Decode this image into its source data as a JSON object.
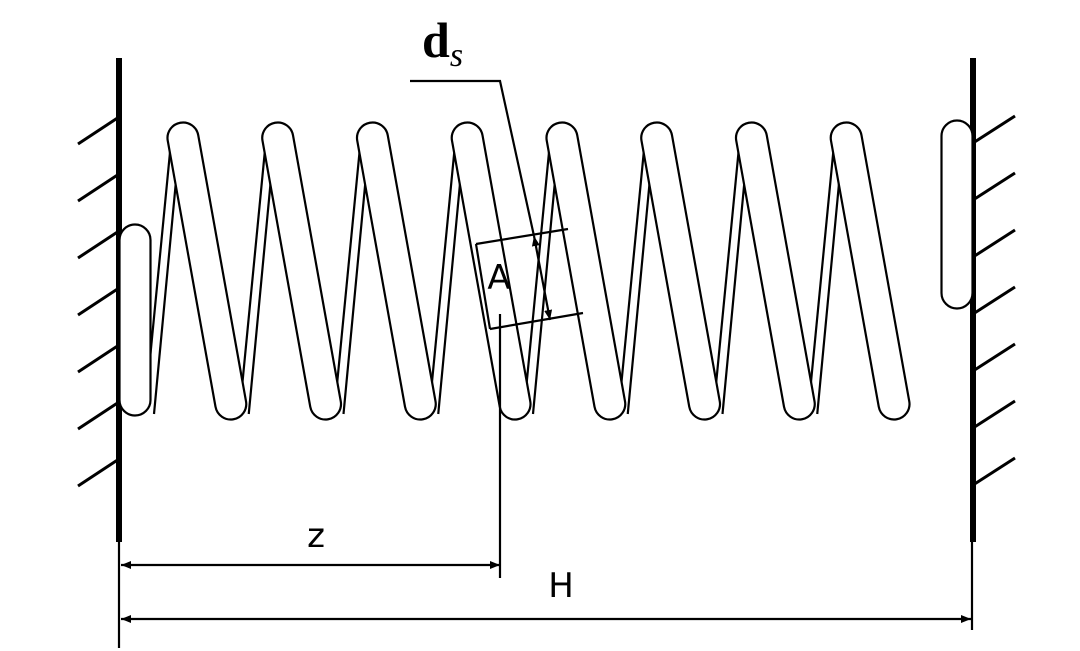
{
  "labels": {
    "wire_diameter_main": "d",
    "wire_diameter_sub": "s",
    "section_point": "A",
    "position": "z",
    "total_height": "H"
  },
  "spring": {
    "active_coils": 8
  },
  "colors": {
    "stroke": "#000000",
    "background": "#ffffff"
  }
}
